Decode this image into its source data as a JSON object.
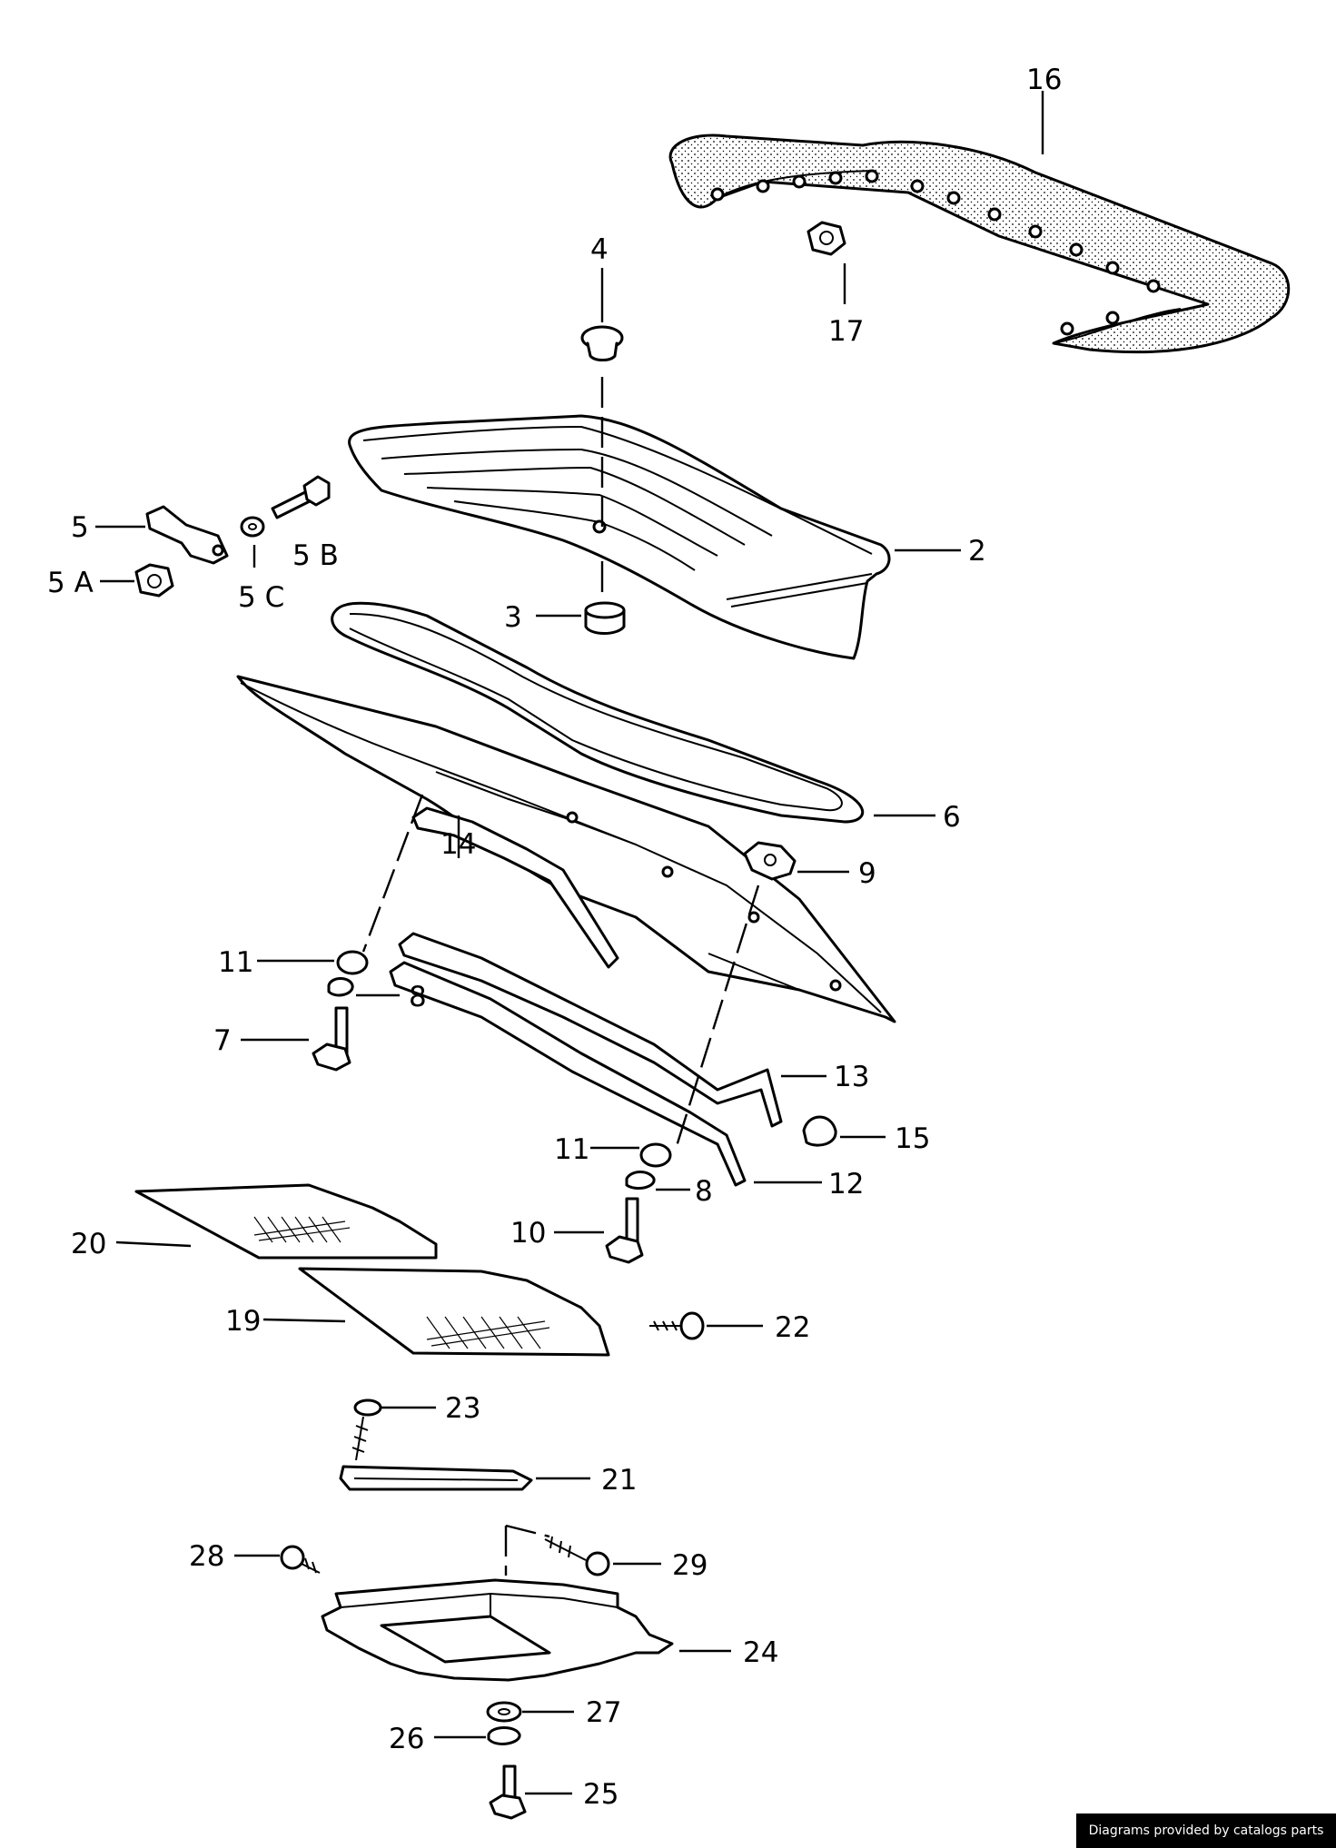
{
  "labels": {
    "p2": "2",
    "p3": "3",
    "p4": "4",
    "p5": "5",
    "p5a": "5 A",
    "p5b": "5 B",
    "p5c": "5 C",
    "p6": "6",
    "p7": "7",
    "p8a": "8",
    "p8b": "8",
    "p9": "9",
    "p10": "10",
    "p11a": "11",
    "p11b": "11",
    "p12": "12",
    "p13": "13",
    "p14": "14",
    "p15": "15",
    "p16": "16",
    "p17": "17",
    "p19": "19",
    "p20": "20",
    "p21": "21",
    "p22": "22",
    "p23": "23",
    "p24": "24",
    "p25": "25",
    "p26": "26",
    "p27": "27",
    "p28": "28",
    "p29": "29"
  },
  "credit": "Diagrams provided by catalogs parts"
}
